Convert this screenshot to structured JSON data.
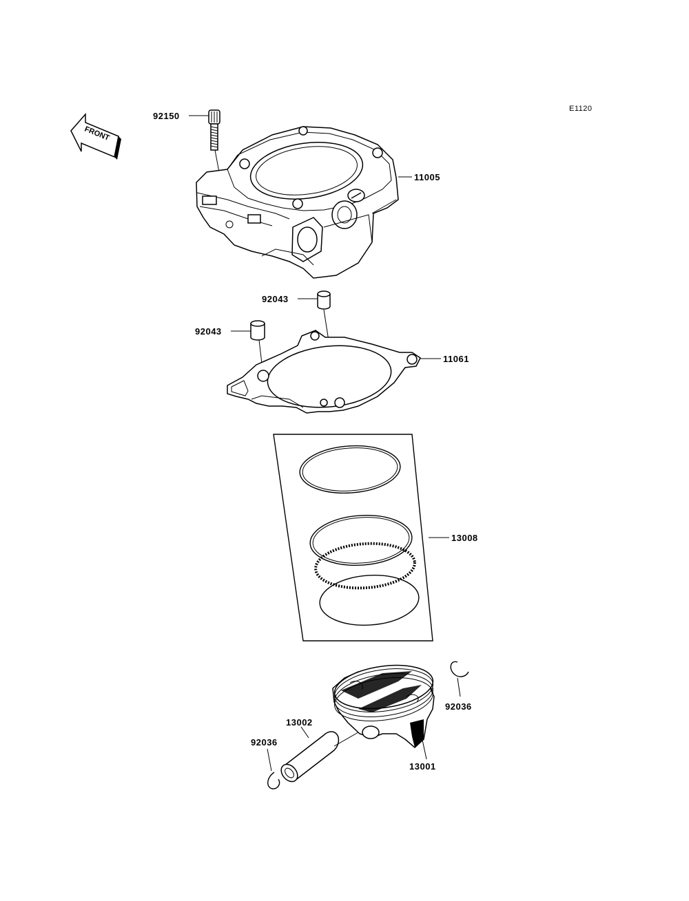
{
  "diagram": {
    "code": "E1120",
    "front_label": "FRONT",
    "parts": [
      {
        "id": "bolt",
        "number": "92150"
      },
      {
        "id": "cylinder",
        "number": "11005"
      },
      {
        "id": "dowel-pin-upper",
        "number": "92043"
      },
      {
        "id": "dowel-pin-lower",
        "number": "92043"
      },
      {
        "id": "cylinder-gasket",
        "number": "11061"
      },
      {
        "id": "piston-ring-set",
        "number": "13008"
      },
      {
        "id": "piston-clip-right",
        "number": "92036"
      },
      {
        "id": "piston-pin",
        "number": "13002"
      },
      {
        "id": "piston-clip-left",
        "number": "92036"
      },
      {
        "id": "piston",
        "number": "13001"
      }
    ]
  }
}
